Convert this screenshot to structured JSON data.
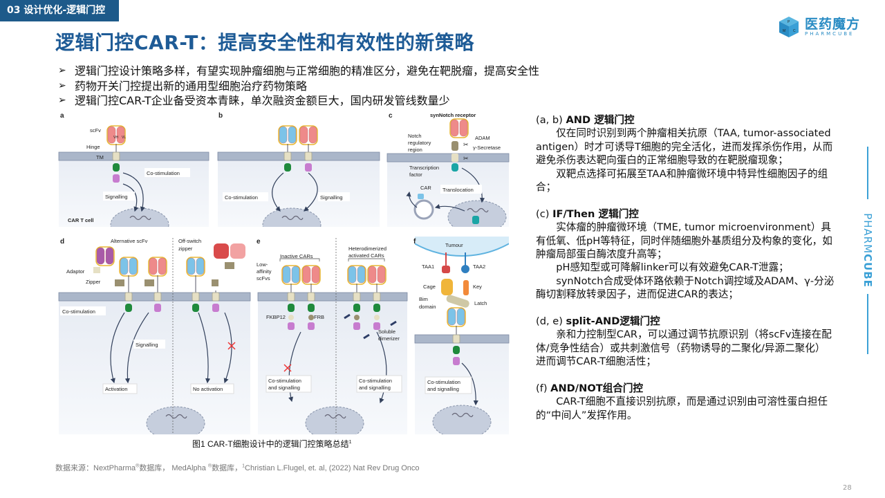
{
  "header": {
    "section_tag": "03 设计优化-逻辑门控",
    "title": "逻辑门控CAR-T：提高安全性和有效性的新策略"
  },
  "bullets": [
    "逻辑门控设计策略多样，有望实现肿瘤细胞与正常细胞的精准区分，避免在靶脱瘤，提高安全性",
    "药物开关门控提出新的通用型细胞治疗药物策略",
    "逻辑门控CAR-T企业备受资本青睐，单次融资金额巨大，国内研发管线数量少"
  ],
  "bullet_icon": "arrowhead-bullet-icon",
  "logo": {
    "cn": "医药魔方",
    "en": "PHARMCUBE",
    "cube_letters": [
      "P",
      "M",
      "C"
    ]
  },
  "side_brand": {
    "light": "PHARM",
    "bold": "CUBE"
  },
  "explanations": [
    {
      "prefix": "(a, b) ",
      "heading": "AND 逻辑门控",
      "paragraphs": [
        "仅在同时识别到两个肿瘤相关抗原（TAA, tumor-associated antigen）时才可诱导T细胞的完全活化，进而发挥杀伤作用，从而避免杀伤表达靶向蛋白的正常细胞导致的在靶脱瘤现象；",
        "双靶点选择可拓展至TAA和肿瘤微环境中特异性细胞因子的组合；"
      ]
    },
    {
      "prefix": "(c) ",
      "heading": "IF/Then 逻辑门控",
      "paragraphs": [
        "实体瘤的肿瘤微环境（TME, tumor microenvironment）具有低氧、低pH等特征，同时伴随细胞外基质组分及构象的变化，如肿瘤局部蛋白酶浓度升高等；",
        "pH感知型或可降解linker可以有效避免CAR-T泄露；",
        "synNotch合成受体环路依赖于Notch调控域及ADAM、γ-分泌酶切割释放转录因子，进而促进CAR的表达；"
      ]
    },
    {
      "prefix": "(d, e) ",
      "heading": "split-AND逻辑门控",
      "paragraphs": [
        "亲和力控制型CAR，可以通过调节抗原识别（将scFv连接在配体/竞争性结合）或共刺激信号（药物诱导的二聚化/异源二聚化）进而调节CAR-T细胞活性；"
      ]
    },
    {
      "prefix": "(f) ",
      "heading": "AND/NOT组合门控",
      "paragraphs": [
        "CAR-T细胞不直接识别抗原，而是通过识别由可溶性蛋白担任的“中间人”发挥作用。"
      ]
    }
  ],
  "figure": {
    "panel_labels": [
      "a",
      "b",
      "c",
      "d",
      "e",
      "f"
    ],
    "a": {
      "scfv": "scFv",
      "vh": "VH",
      "vl": "VL",
      "hinge": "Hinge",
      "tm": "TM",
      "costim": "Co-stimulation",
      "signalling": "Signalling",
      "cell": "CAR T cell"
    },
    "b": {
      "costim": "Co-stimulation",
      "signalling": "Signalling"
    },
    "c": {
      "title": "synNotch receptor",
      "notch1": "Notch",
      "notch2": "regulatory",
      "notch3": "region",
      "adam": "ADAM",
      "secretase": "γ-Secretase",
      "tf1": "Transcription",
      "tf2": "factor",
      "car": "CAR",
      "translocation": "Translocation"
    },
    "d": {
      "alt_scfv": "Alternative scFv",
      "adaptor": "Adaptor",
      "zipper": "Zipper",
      "off1": "Off-switch",
      "off2": "zipper",
      "costim": "Co-stimulation",
      "signalling": "Signalling",
      "activation": "Activation",
      "no_activation": "No activation"
    },
    "e": {
      "inactive": "Inactive CARs",
      "low1": "Low-",
      "low2": "affinity",
      "low3": "scFvs",
      "het1": "Heterodimerized",
      "het2": "activated CARs",
      "fkbp": "FKBP12",
      "frb": "FRB",
      "sol1": "Soluble",
      "sol2": "dimerizer",
      "cs1": "Co-stimulation",
      "cs2": "and signalling"
    },
    "f": {
      "tumour": "Tumour",
      "taa1": "TAA1",
      "taa2": "TAA2",
      "cage": "Cage",
      "key": "Key",
      "latch": "Latch",
      "bim1": "Bim",
      "bim2": "domain",
      "cs1": "Co-stimulation",
      "cs2": "and signalling"
    },
    "caption": "图1 CAR-T细胞设计中的逻辑门控策略总结",
    "caption_ref": "1"
  },
  "source": {
    "text_before": "数据来源：NextPharma",
    "reg1": "®",
    "text_mid": "数据库， MedAlpha ",
    "reg2": "®",
    "text_mid2": "数据库，",
    "ref": "1",
    "text_after": "Christian L.Flugel, et. al, (2022) Nat Rev Drug Onco"
  },
  "page_number": "28",
  "colors": {
    "brand_blue": "#1e5b96",
    "tag_bg": "#1d5a8a",
    "accent": "#3aa0d6",
    "car_blue": "#7cc3e8",
    "car_pink": "#ee8a8a",
    "costim_green": "#1f8a3c",
    "signal_pink": "#c77ccf"
  }
}
